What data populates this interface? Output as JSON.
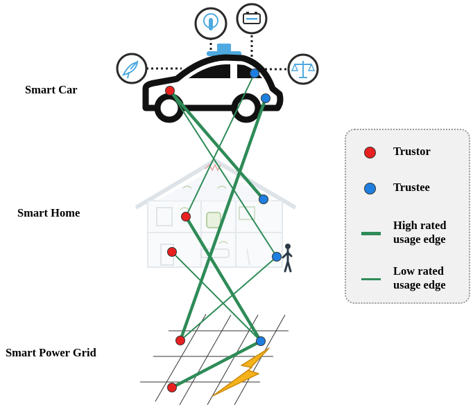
{
  "layers": {
    "car": "Smart Car",
    "home": "Smart Home",
    "grid": "Smart Power Grid"
  },
  "legend": {
    "trustor": "Trustor",
    "trustee": "Trustee",
    "high": "High rated\nusage edge",
    "low": "Low rated\nusage edge"
  },
  "colors": {
    "trustor": "#e82020",
    "trustee": "#1e7fe0",
    "edge": "#2e8b57",
    "car_body": "#111111",
    "icon_ring": "#2a2a2a",
    "icon_blue": "#4ea9e0",
    "lightning": "#f5b21a"
  },
  "icons": [
    "satellite-dish-icon",
    "touch-hand-icon",
    "battery-icon",
    "balance-scale-icon"
  ]
}
